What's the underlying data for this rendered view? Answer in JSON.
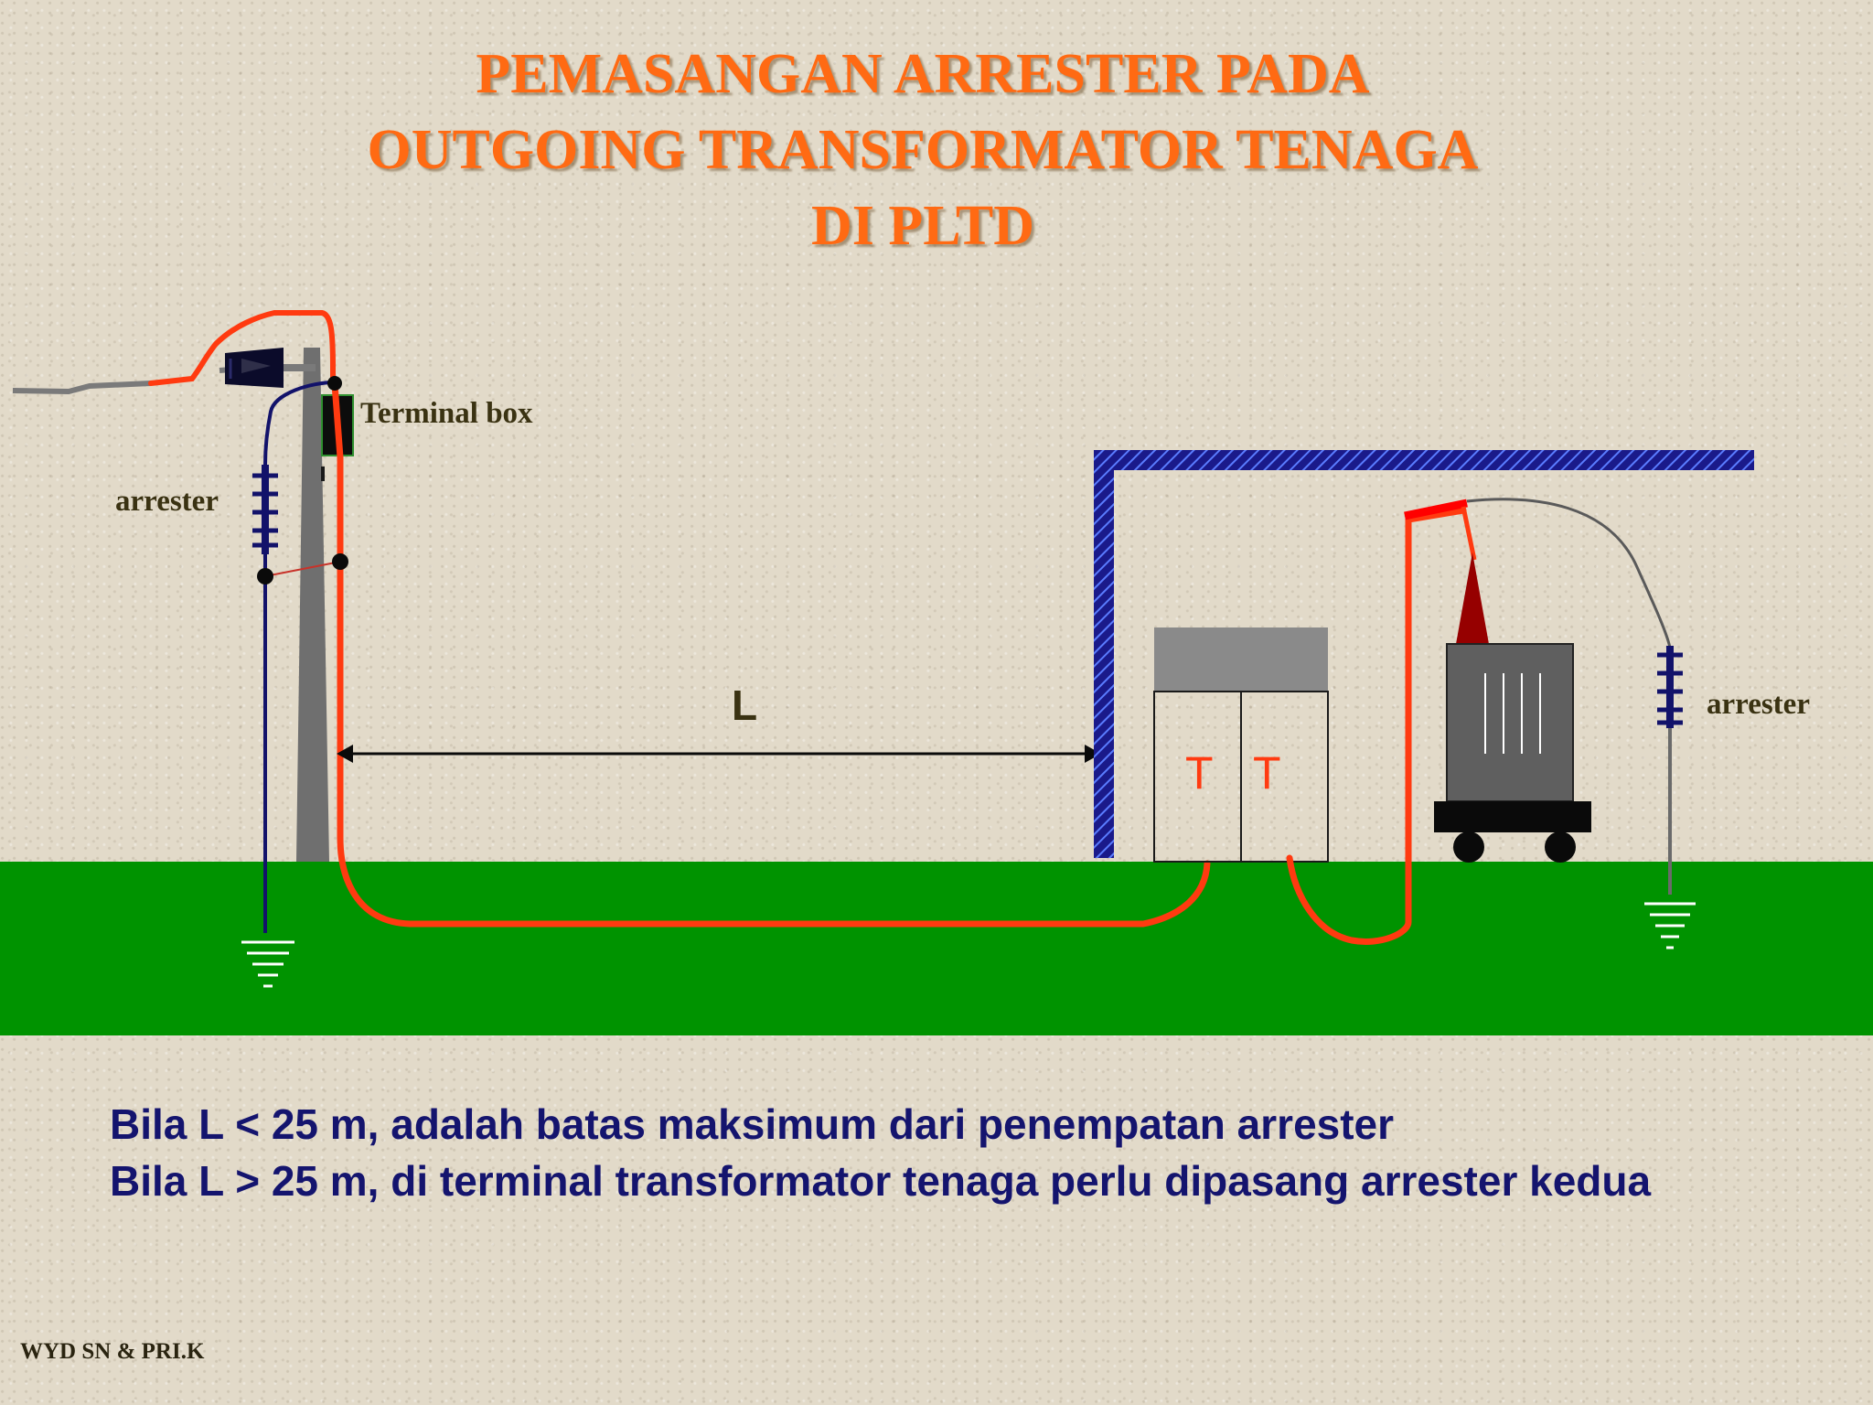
{
  "title": {
    "line1": "PEMASANGAN ARRESTER  PADA",
    "line2": "OUTGOING TRANSFORMATOR TENAGA",
    "line3": "DI  PLTD"
  },
  "diagram": {
    "terminal_box_label": "Terminal box",
    "arrester_left_label": "arrester",
    "arrester_right_label": "arrester",
    "distance_label": "L",
    "panel_marks": [
      "T",
      "T"
    ]
  },
  "notes": [
    "Bila L < 25 m, adalah batas maksimum dari penempatan arrester",
    "Bila L > 25 m, di terminal transformator tenaga perlu dipasang arrester kedua"
  ],
  "footer": "WYD SN & PRI.K",
  "colors": {
    "title": "#ff6a13",
    "cable": "#ff3a10",
    "ground": "#009300",
    "notes": "#14146e",
    "arrester": "#12126a",
    "wall_hatch": "#2a3ad0"
  }
}
